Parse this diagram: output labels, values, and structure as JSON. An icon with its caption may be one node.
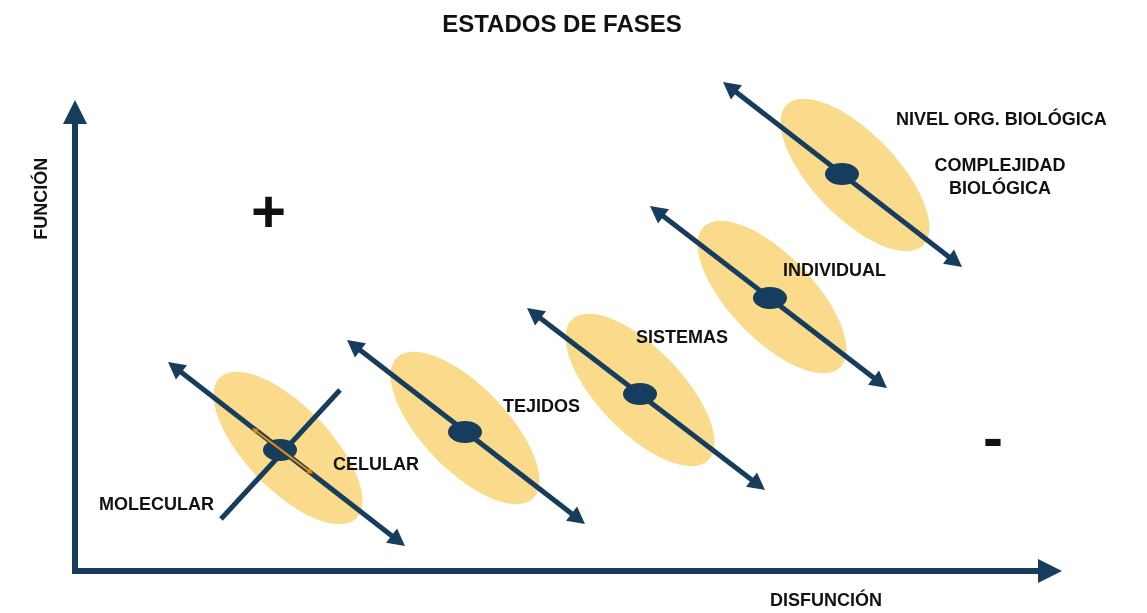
{
  "diagram": {
    "title": "ESTADOS DE FASES",
    "labels": [
      "NIVEL ORG. BIOLÓGICA",
      "FUNCIÓN",
      "COMPLEJIDAD BIOLÓGICA",
      "+",
      "INDIVIDUAL",
      "SISTEMAS",
      "-",
      "TEJIDOS",
      "CELULAR",
      "MOLECULAR",
      "DISFUNCIÓN"
    ]
  }
}
